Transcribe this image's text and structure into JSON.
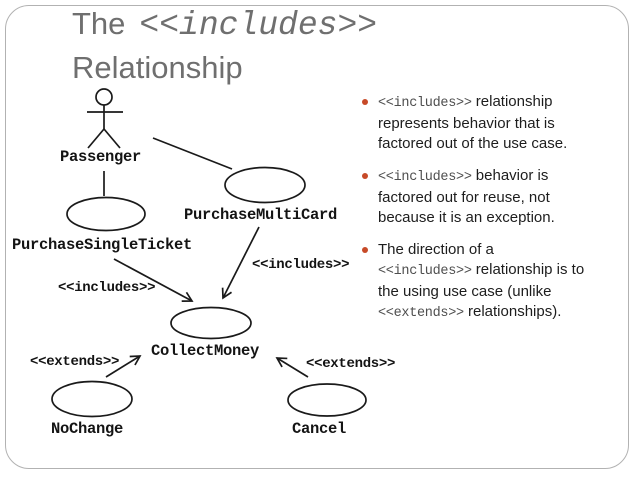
{
  "slide": {
    "title": {
      "line1_prefix": "The",
      "line1_mono": "<<includes>>",
      "line2": "Relationship"
    },
    "bullets": [
      {
        "segments": [
          {
            "text": "<<includes>>",
            "mono": true
          },
          {
            "text": " relationship represents behavior that is factored out of the use case.",
            "mono": false
          }
        ]
      },
      {
        "segments": [
          {
            "text": "<<includes>>",
            "mono": true
          },
          {
            "text": " behavior is factored out for reuse, not because it is an exception.",
            "mono": false
          }
        ]
      },
      {
        "segments": [
          {
            "text": "The direction of a ",
            "mono": false
          },
          {
            "text": "<<includes>>",
            "mono": true
          },
          {
            "text": " relationship is to the using use case (unlike ",
            "mono": false
          },
          {
            "text": "<<extends>>",
            "mono": true
          },
          {
            "text": " relationships).",
            "mono": false
          }
        ]
      }
    ],
    "diagram": {
      "actor_label": "Passenger",
      "use_cases": {
        "purchase_single_ticket": "PurchaseSingleTicket",
        "purchase_multi_card": "PurchaseMultiCard",
        "collect_money": "CollectMoney",
        "no_change": "NoChange",
        "cancel": "Cancel"
      },
      "edge_labels": {
        "includes_left": "<<includes>>",
        "includes_right": "<<includes>>",
        "extends_left": "<<extends>>",
        "extends_right": "<<extends>>"
      },
      "edges": [
        {
          "from": "Passenger",
          "to": "PurchaseSingleTicket",
          "type": "association"
        },
        {
          "from": "Passenger",
          "to": "PurchaseMultiCard",
          "type": "association"
        },
        {
          "from": "PurchaseSingleTicket",
          "to": "CollectMoney",
          "type": "includes",
          "arrow": true
        },
        {
          "from": "PurchaseMultiCard",
          "to": "CollectMoney",
          "type": "includes",
          "arrow": true
        },
        {
          "from": "NoChange",
          "to": "CollectMoney",
          "type": "extends",
          "arrow": true
        },
        {
          "from": "Cancel",
          "to": "CollectMoney",
          "type": "extends",
          "arrow": true
        }
      ]
    },
    "colors": {
      "title_text": "#6f6f6f",
      "bullet_marker": "#c74a28",
      "bullet_mono_text": "#4e4e4e",
      "body_text": "#1d1d1d",
      "diagram_ink": "#1a1a1a",
      "slide_border": "#b2b2b2",
      "background": "#ffffff"
    }
  }
}
